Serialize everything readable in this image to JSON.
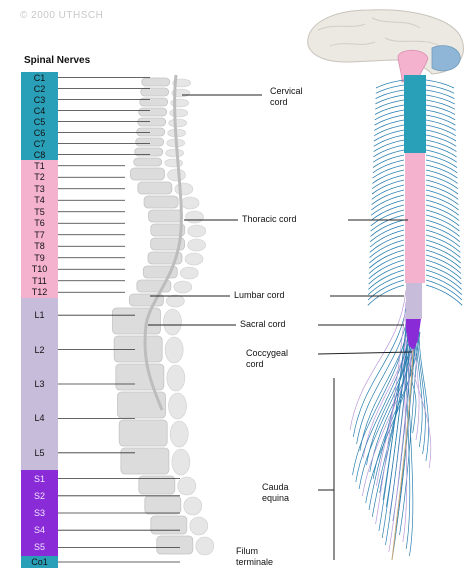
{
  "copyright": "© 2000 UTHSCH",
  "heading": "Spinal Nerves",
  "segments": [
    {
      "label": "C1",
      "group": "cervical"
    },
    {
      "label": "C2",
      "group": "cervical"
    },
    {
      "label": "C3",
      "group": "cervical"
    },
    {
      "label": "C4",
      "group": "cervical"
    },
    {
      "label": "C5",
      "group": "cervical"
    },
    {
      "label": "C6",
      "group": "cervical"
    },
    {
      "label": "C7",
      "group": "cervical"
    },
    {
      "label": "C8",
      "group": "cervical"
    },
    {
      "label": "T1",
      "group": "thoracic"
    },
    {
      "label": "T2",
      "group": "thoracic"
    },
    {
      "label": "T3",
      "group": "thoracic"
    },
    {
      "label": "T4",
      "group": "thoracic"
    },
    {
      "label": "T5",
      "group": "thoracic"
    },
    {
      "label": "T6",
      "group": "thoracic"
    },
    {
      "label": "T7",
      "group": "thoracic"
    },
    {
      "label": "T8",
      "group": "thoracic"
    },
    {
      "label": "T9",
      "group": "thoracic"
    },
    {
      "label": "T10",
      "group": "thoracic"
    },
    {
      "label": "T11",
      "group": "thoracic"
    },
    {
      "label": "T12",
      "group": "thoracic"
    },
    {
      "label": "L1",
      "group": "lumbar"
    },
    {
      "label": "L2",
      "group": "lumbar"
    },
    {
      "label": "L3",
      "group": "lumbar"
    },
    {
      "label": "L4",
      "group": "lumbar"
    },
    {
      "label": "L5",
      "group": "lumbar"
    },
    {
      "label": "S1",
      "group": "sacral"
    },
    {
      "label": "S2",
      "group": "sacral"
    },
    {
      "label": "S3",
      "group": "sacral"
    },
    {
      "label": "S4",
      "group": "sacral"
    },
    {
      "label": "S5",
      "group": "sacral"
    },
    {
      "label": "Co1",
      "group": "coccygeal"
    }
  ],
  "labels": {
    "cervical_cord": [
      "Cervical",
      "cord"
    ],
    "thoracic_cord": "Thoracic cord",
    "lumbar_cord": "Lumbar cord",
    "sacral_cord": "Sacral cord",
    "coccygeal_cord": [
      "Coccygeal",
      "cord"
    ],
    "cauda_equina": [
      "Cauda",
      "equina"
    ],
    "filum_terminale": [
      "Filum",
      "terminale"
    ]
  },
  "colors": {
    "cervical": "#2a9fb8",
    "thoracic": "#f4b2cf",
    "lumbar": "#c7bcd9",
    "sacral": "#8a2bd8",
    "nerve": "#2a7fb0"
  }
}
